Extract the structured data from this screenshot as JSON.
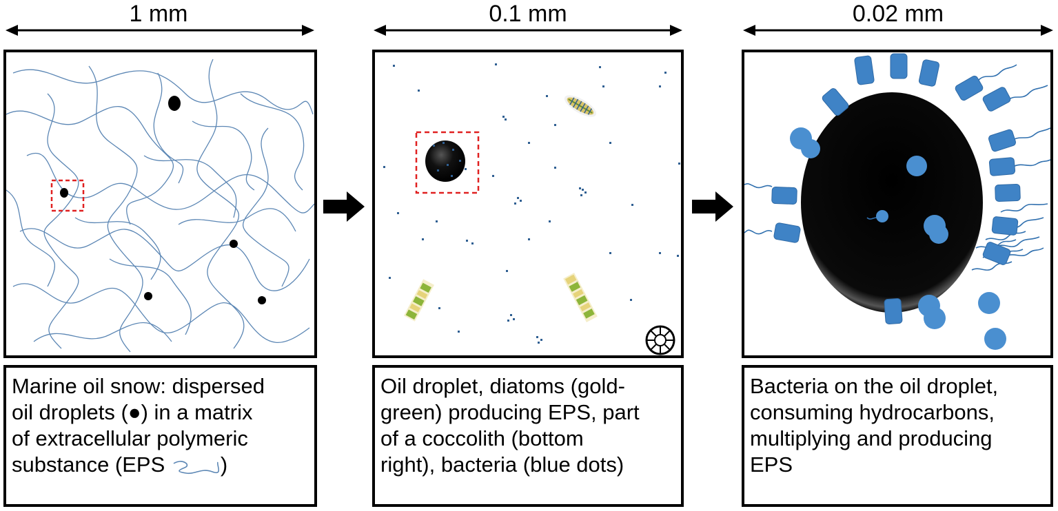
{
  "scales": {
    "panel1": "1 mm",
    "panel2": "0.1 mm",
    "panel3": "0.02 mm"
  },
  "captions": {
    "panel1": {
      "line1": "Marine oil snow: dispersed",
      "line2": "oil droplets (●) in a matrix",
      "line3": "of extracellular polymeric",
      "line4_before": "substance (EPS ",
      "line4_after": ")"
    },
    "panel2": {
      "line1": "Oil droplet, diatoms (gold-",
      "line2": "green) producing EPS, part",
      "line3": "of a coccolith (bottom",
      "line4": "right), bacteria (blue dots)"
    },
    "panel3": {
      "line1": "Bacteria on the oil droplet,",
      "line2": "consuming hydrocarbons,",
      "line3": "multiplying  and producing",
      "line4": "EPS"
    }
  },
  "colors": {
    "eps_fiber": "#5b86b4",
    "bacteria": "#3f83c6",
    "oil": "#000000",
    "highlight_box": "#e02020",
    "diatom_gold": "#e6d37a",
    "diatom_green": "#8db53a"
  }
}
